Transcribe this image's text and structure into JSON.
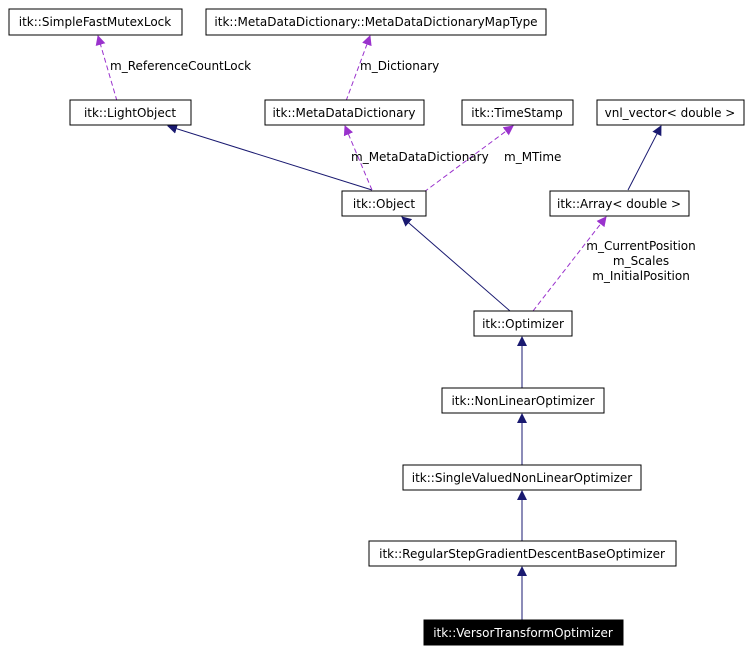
{
  "colors": {
    "inherit_edge": "#191970",
    "usage_edge": "#9a32cd",
    "node_border": "#000000",
    "highlight_fill": "#000000",
    "highlight_text": "#ffffff"
  },
  "nodes": {
    "simple_fast_mutex_lock": "itk::SimpleFastMutexLock",
    "meta_data_dictionary_map_type": "itk::MetaDataDictionary::MetaDataDictionaryMapType",
    "light_object": "itk::LightObject",
    "meta_data_dictionary": "itk::MetaDataDictionary",
    "time_stamp": "itk::TimeStamp",
    "vnl_vector_double": "vnl_vector< double >",
    "object": "itk::Object",
    "array_double": "itk::Array< double >",
    "optimizer": "itk::Optimizer",
    "non_linear_optimizer": "itk::NonLinearOptimizer",
    "single_valued_non_linear_optimizer": "itk::SingleValuedNonLinearOptimizer",
    "regular_step_gradient_descent_base_optimizer": "itk::RegularStepGradientDescentBaseOptimizer",
    "versor_transform_optimizer": "itk::VersorTransformOptimizer"
  },
  "edge_labels": {
    "reference_count_lock": "m_ReferenceCountLock",
    "dictionary": "m_Dictionary",
    "meta_data_dictionary": "m_MetaDataDictionary",
    "mtime": "m_MTime",
    "current_position": "m_CurrentPosition",
    "scales": "m_Scales",
    "initial_position": "m_InitialPosition"
  }
}
